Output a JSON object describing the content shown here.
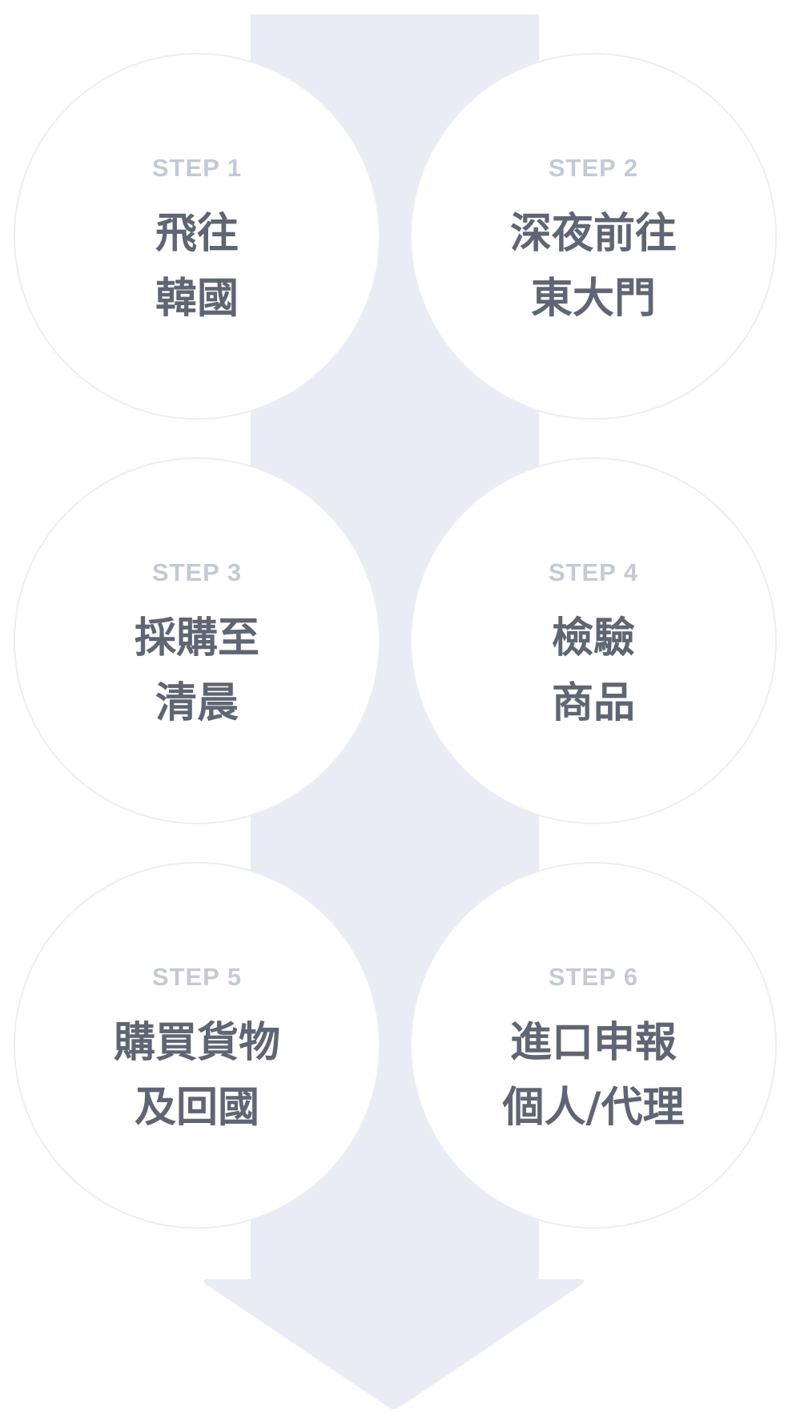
{
  "colors": {
    "arrow": "#e9ebf5",
    "circle_border": "#eceef5",
    "step_label": "#c4c9d6",
    "title": "#5f6573"
  },
  "steps": [
    {
      "label": "STEP 1",
      "line1": "飛往",
      "line2": "韓國"
    },
    {
      "label": "STEP 2",
      "line1": "深夜前往",
      "line2": "東大門"
    },
    {
      "label": "STEP 3",
      "line1": "採購至",
      "line2": "清晨"
    },
    {
      "label": "STEP 4",
      "line1": "檢驗",
      "line2": "商品"
    },
    {
      "label": "STEP 5",
      "line1": "購買貨物",
      "line2": "及回國"
    },
    {
      "label": "STEP 6",
      "line1": "進口申報",
      "line2": "個人/代理"
    }
  ]
}
